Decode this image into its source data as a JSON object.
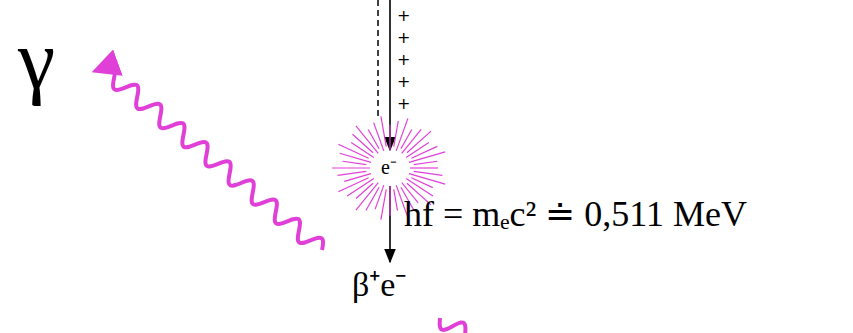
{
  "diagram": {
    "labels": [
      "γ",
      "+",
      "+",
      "+",
      "+",
      "+",
      "e⁻",
      "hf = mₑc² ≐ 0,511 MeV",
      "β⁺e⁻"
    ]
  }
}
